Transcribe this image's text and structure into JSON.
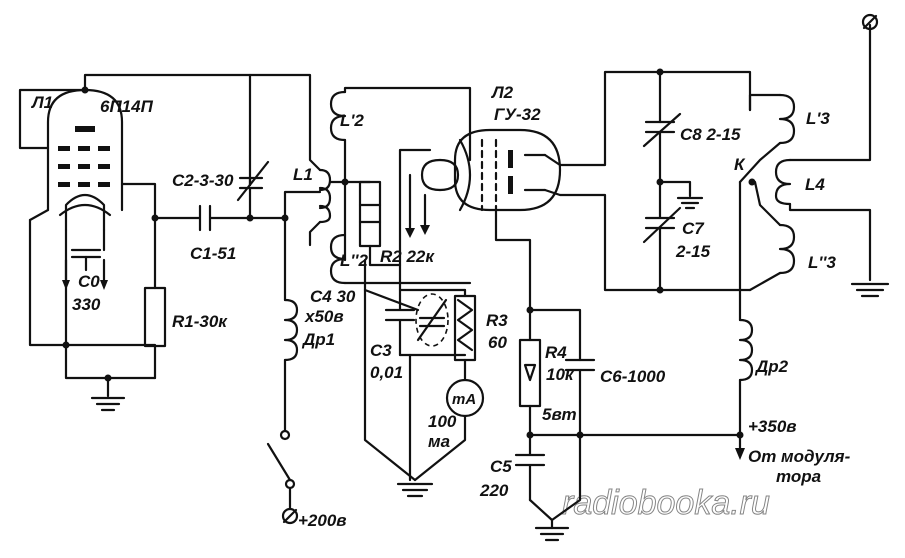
{
  "labels": {
    "tube1": "Л1",
    "tube1_type": "6П14П",
    "tube2": "Л2",
    "tube2_type": "ГУ-32",
    "c0": "C0",
    "c0_val": "330",
    "c1": "C1-51",
    "c2": "C2-3-30",
    "c3": "C3",
    "c3_val": "0,01",
    "c4": "C4 30",
    "c4_val": "x50в",
    "c5": "C5",
    "c5_val": "220",
    "c6": "C6-1000",
    "c7": "C7",
    "c7_val": "2-15",
    "c8": "C8 2-15",
    "r1": "R1-30к",
    "r2": "R2 22к",
    "r3": "R3",
    "r3_val": "60",
    "r4": "R4",
    "r4_val": "10к",
    "r4_pw": "5вт",
    "l1": "L1",
    "l2a": "L'2",
    "l2b": "L''2",
    "l3a": "L'3",
    "l3b": "L''3",
    "l4": "L4",
    "k": "К",
    "dr1": "Др1",
    "dr2": "Др2",
    "ma": "mA",
    "ma_range": "100",
    "ma_unit": "ма",
    "v200": "+200в",
    "v350": "+350в",
    "mod1": "От модуля-",
    "mod2": "тора"
  },
  "watermark": "radiobooka.ru"
}
